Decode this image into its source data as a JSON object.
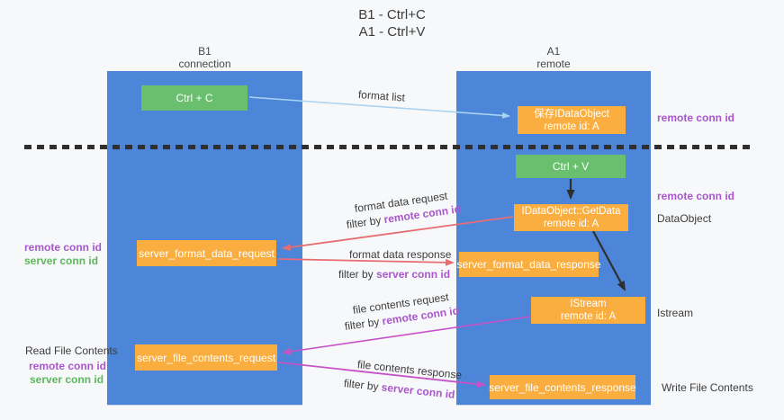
{
  "title": {
    "line1": "B1 - Ctrl+C",
    "line2": "A1 - Ctrl+V"
  },
  "lanes": {
    "b1": {
      "name": "B1",
      "subtitle": "connection"
    },
    "a1": {
      "name": "A1",
      "subtitle": "remote"
    }
  },
  "boxes": {
    "ctrl_c": {
      "label": "Ctrl + C"
    },
    "saved_idataobject": {
      "line1": "保存IDataObject",
      "line2": "remote id: A"
    },
    "ctrl_v": {
      "label": "Ctrl + V"
    },
    "getdata": {
      "line1": "IDataObject::GetData",
      "line2": "remote id: A"
    },
    "server_format_data_request": {
      "label": "server_format_data_request"
    },
    "server_format_data_response": {
      "label": "server_format_data_response"
    },
    "istream": {
      "line1": "IStream",
      "line2": "remote id: A"
    },
    "server_file_contents_request": {
      "label": "server_file_contents_request"
    },
    "server_file_contents_response": {
      "label": "server_file_contents_response"
    }
  },
  "side_labels": {
    "remote_conn_id_right_top": "remote conn id",
    "remote_conn_id_right_mid": "remote conn id",
    "dataobject": "DataObject",
    "istream": "Istream",
    "write_file_contents": "Write File Contents",
    "remote_conn_id_left_top": "remote conn id",
    "server_conn_id_left_top": "server conn id",
    "read_file_contents": "Read File Contents",
    "remote_conn_id_left_bottom": "remote conn id",
    "server_conn_id_left_bottom": "server conn id"
  },
  "arrow_labels": {
    "format_list": "format list",
    "format_data_request": "format data request",
    "filter_by_1_prefix": "filter by ",
    "filter_by_1_id": "remote conn id",
    "format_data_response": "format data response",
    "filter_by_2_prefix": "filter by ",
    "filter_by_2_id": "server conn id",
    "file_contents_request": "file contents request",
    "filter_by_3_prefix": "filter by ",
    "filter_by_3_id": "remote conn id",
    "file_contents_response": "file contents response",
    "filter_by_4_prefix": "filter by ",
    "filter_by_4_id": "server conn id"
  },
  "colors": {
    "lane_blue": "#4d86d9",
    "box_green": "#6abf6e",
    "box_orange": "#f9ae3f",
    "arrow_light_blue": "#a9d3f0",
    "arrow_red": "#e86d72",
    "arrow_magenta": "#c653c8",
    "arrow_black": "#2e2e2e",
    "label_purple": "#a957cb",
    "label_green": "#5cb85c",
    "dashed_line": "#2f2f2f"
  }
}
